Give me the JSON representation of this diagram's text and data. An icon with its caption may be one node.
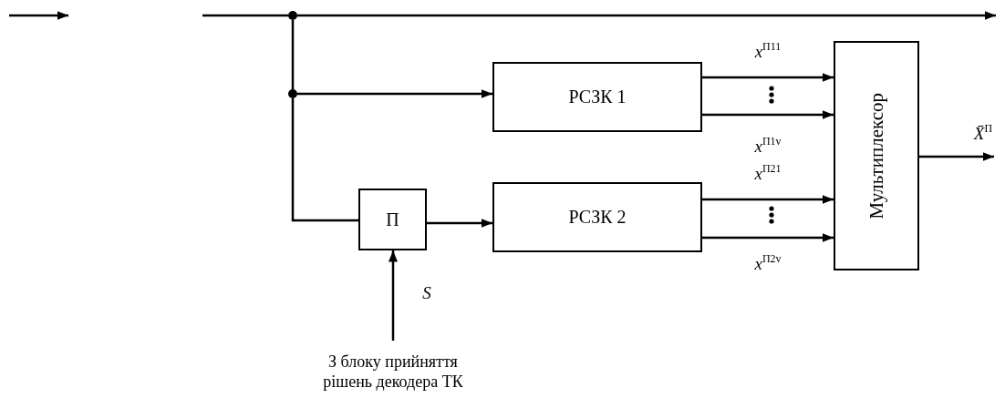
{
  "diagram": {
    "nodes": [
      {
        "text": [],
        "shape": "circle"
      },
      {
        "text": [],
        "shape": "circle"
      },
      {
        "text": [
          "РСЗК 1"
        ]
      },
      {
        "text": [
          "П"
        ]
      },
      {
        "text": [
          "РСЗК 2"
        ]
      },
      {
        "text": [
          "Мультиплексор"
        ]
      },
      {
        "text": [
          "З блоку прийняття рішень декодера ТК"
        ]
      }
    ],
    "edges": [
      {
        "from": null,
        "to": 0,
        "arrow": "none"
      },
      {
        "from": 0,
        "to": null,
        "arrow": "to"
      },
      {
        "from": 0,
        "to": 1,
        "arrow": "none"
      },
      {
        "from": 1,
        "to": 2,
        "arrow": "to"
      },
      {
        "from": 1,
        "to": 3,
        "arrow": "none"
      },
      {
        "from": 2,
        "to": 5,
        "arrow": "to",
        "label": "x$^{П11}$"
      },
      {
        "from": 2,
        "to": 5,
        "arrow": "to",
        "label": "x$^{П1v}$"
      },
      {
        "from": 3,
        "to": 4,
        "arrow": "to"
      },
      {
        "from": 4,
        "to": 5,
        "arrow": "to",
        "label": "x$^{П21}$"
      },
      {
        "from": 4,
        "to": 5,
        "arrow": "to",
        "label": "x$^{П2v}$"
      },
      {
        "from": 5,
        "to": null,
        "arrow": "to",
        "label": "X̄$^{П}$"
      },
      {
        "from": 6,
        "to": 3,
        "arrow": "to",
        "label": "S"
      }
    ]
  }
}
